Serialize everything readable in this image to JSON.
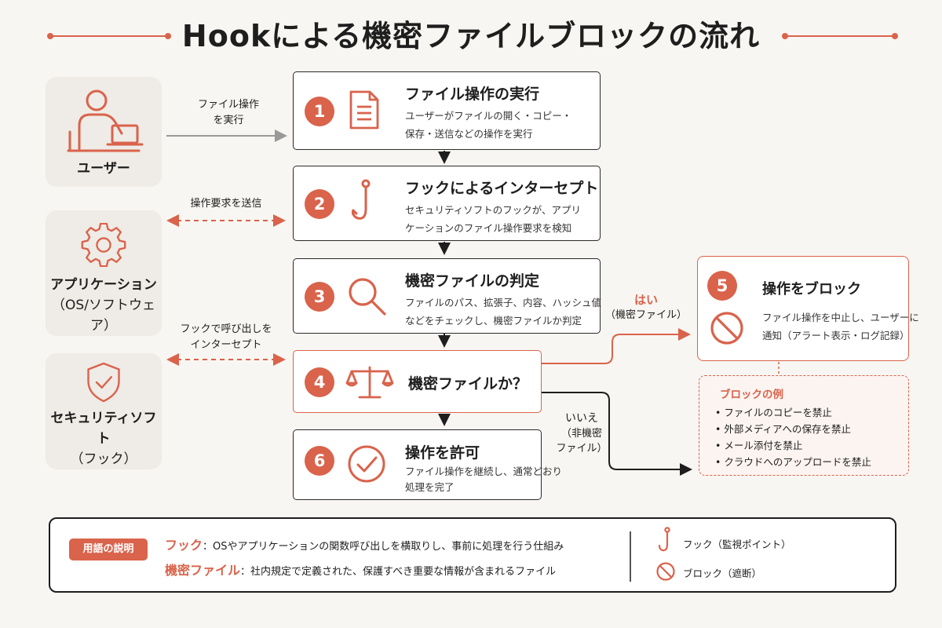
{
  "title": "Hookによる機密ファイルブロックの流れ",
  "colors": {
    "accent": "#d9634b",
    "ink": "#1e1e1e",
    "background": "#f8f6f2",
    "panel": "#efebe6"
  },
  "actors": [
    {
      "id": "user",
      "label_lines": [
        "ユーザー"
      ],
      "icon": "user-at-laptop-icon"
    },
    {
      "id": "app",
      "label_lines": [
        "アプリケーション",
        "（OS/ソフトウェア）"
      ],
      "icon": "gear-icon"
    },
    {
      "id": "security",
      "label_lines": [
        "セキュリティソフト",
        "（フック）"
      ],
      "icon": "shield-check-icon"
    }
  ],
  "flow_labels": {
    "execute": [
      "ファイル操作",
      "を実行"
    ],
    "send_request": [
      "操作要求を送信"
    ],
    "intercept": [
      "フックで呼び出しを",
      "インターセプト"
    ],
    "yes": "はい",
    "yes_sub": "（機密ファイル）",
    "no_lines": [
      "いいえ",
      "（非機密",
      "ファイル）"
    ]
  },
  "steps": [
    {
      "num": "1",
      "title": "ファイル操作の実行",
      "desc": [
        "ユーザーがファイルの開く・コピー・",
        "保存・送信などの操作を実行"
      ],
      "icon": "document-icon"
    },
    {
      "num": "2",
      "title": "フックによるインターセプト",
      "desc": [
        "セキュリティソフトのフックが、アプリ",
        "ケーションのファイル操作要求を検知"
      ],
      "icon": "hook-icon"
    },
    {
      "num": "3",
      "title": "機密ファイルの判定",
      "desc": [
        "ファイルのパス、拡張子、内容、ハッシュ値",
        "などをチェックし、機密ファイルか判定"
      ],
      "icon": "magnifier-icon"
    },
    {
      "num": "4",
      "title": "機密ファイルか？",
      "desc": [],
      "icon": "scales-icon"
    },
    {
      "num": "6",
      "title": "操作を許可",
      "desc": [
        "ファイル操作を継続し、通常どおり",
        "処理を完了"
      ],
      "icon": "check-circle-icon"
    }
  ],
  "block": {
    "num": "5",
    "title": "操作をブロック",
    "desc": [
      "ファイル操作を中止し、ユーザーに",
      "通知（アラート表示・ログ記録）"
    ],
    "icon": "prohibited-icon"
  },
  "examples": {
    "title": "ブロックの例",
    "items": [
      "ファイルのコピーを禁止",
      "外部メディアへの保存を禁止",
      "メール添付を禁止",
      "クラウドへのアップロードを禁止"
    ]
  },
  "glossary": {
    "badge": "用語の説明",
    "entries": [
      {
        "term": "フック",
        "sep": "：",
        "def": "OSやアプリケーションの関数呼び出しを横取りし、事前に処理を行う仕組み"
      },
      {
        "term": "機密ファイル",
        "sep": "：",
        "def": "社内規定で定義された、保護すべき重要な情報が含まれるファイル"
      }
    ],
    "legend": [
      {
        "icon": "hook-icon",
        "label": "フック（監視ポイント）"
      },
      {
        "icon": "prohibited-icon",
        "label": "ブロック（遮断）"
      }
    ]
  }
}
